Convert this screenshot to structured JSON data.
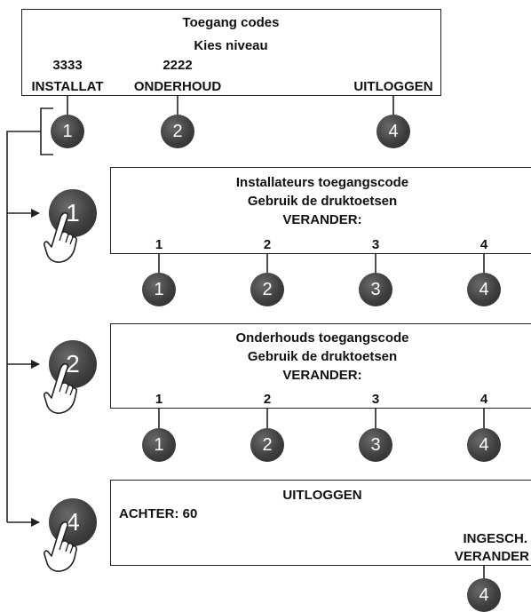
{
  "top": {
    "title": "Toegang codes",
    "subtitle": "Kies niveau",
    "code_installat": "3333",
    "code_onderhoud": "2222",
    "label_installat": "INSTALLAT",
    "label_onderhoud": "ONDERHOUD",
    "label_uitloggen": "UITLOGGEN",
    "keys": [
      "1",
      "2",
      "4"
    ]
  },
  "installer": {
    "line1": "Installateurs toegangscode",
    "line2": "Gebruik de druktoetsen",
    "line3": "VERANDER:",
    "digits": [
      "1",
      "2",
      "3",
      "4"
    ],
    "keys": [
      "1",
      "2",
      "3",
      "4"
    ],
    "trigger_key": "1"
  },
  "maintenance": {
    "line1": "Onderhouds toegangscode",
    "line2": "Gebruik de druktoetsen",
    "line3": "VERANDER:",
    "digits": [
      "1",
      "2",
      "3",
      "4"
    ],
    "keys": [
      "1",
      "2",
      "3",
      "4"
    ],
    "trigger_key": "2"
  },
  "logout": {
    "title": "UITLOGGEN",
    "back": "ACHTER: 60",
    "status1": "INGESCH.",
    "status2": "VERANDER",
    "key": "4",
    "trigger_key": "4"
  }
}
